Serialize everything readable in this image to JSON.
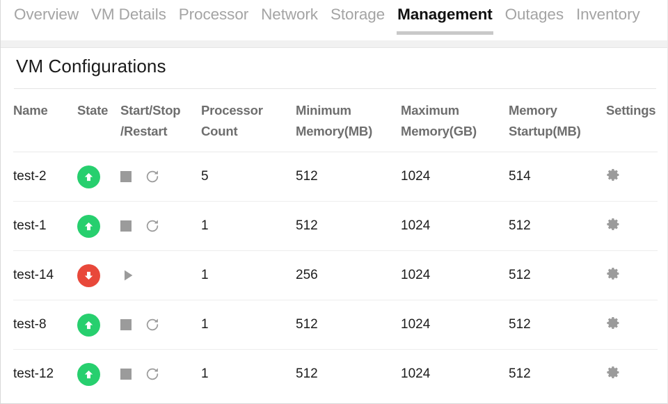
{
  "tabs": [
    {
      "label": "Overview",
      "active": false
    },
    {
      "label": "VM Details",
      "active": false
    },
    {
      "label": "Processor",
      "active": false
    },
    {
      "label": "Network",
      "active": false
    },
    {
      "label": "Storage",
      "active": false
    },
    {
      "label": "Management",
      "active": true
    },
    {
      "label": "Outages",
      "active": false
    },
    {
      "label": "Inventory",
      "active": false
    }
  ],
  "panel": {
    "title": "VM Configurations"
  },
  "table": {
    "columns": [
      "Name",
      "State",
      "Start/Stop /Restart",
      "Processor Count",
      "Minimum Memory(MB)",
      "Maximum Memory(GB)",
      "Memory Startup(MB)",
      "Settings"
    ],
    "column_lines": [
      [
        "Name"
      ],
      [
        "State"
      ],
      [
        "Start/Stop",
        "/Restart"
      ],
      [
        "Processor",
        "Count"
      ],
      [
        "Minimum",
        "Memory(MB)"
      ],
      [
        "Maximum",
        "Memory(GB)"
      ],
      [
        "Memory",
        "Startup(MB)"
      ],
      [
        "Settings"
      ]
    ],
    "rows": [
      {
        "name": "test-2",
        "state": "running",
        "state_icon": "arrow-up-circle-icon",
        "actions": [
          "stop-icon",
          "restart-icon"
        ],
        "processor_count": "5",
        "minimum_memory_mb": "512",
        "maximum_memory_gb": "1024",
        "memory_startup_mb": "514",
        "settings_icon": "gear-icon"
      },
      {
        "name": "test-1",
        "state": "running",
        "state_icon": "arrow-up-circle-icon",
        "actions": [
          "stop-icon",
          "restart-icon"
        ],
        "processor_count": "1",
        "minimum_memory_mb": "512",
        "maximum_memory_gb": "1024",
        "memory_startup_mb": "512",
        "settings_icon": "gear-icon"
      },
      {
        "name": "test-14",
        "state": "stopped",
        "state_icon": "arrow-down-circle-icon",
        "actions": [
          "play-icon"
        ],
        "processor_count": "1",
        "minimum_memory_mb": "256",
        "maximum_memory_gb": "1024",
        "memory_startup_mb": "512",
        "settings_icon": "gear-icon"
      },
      {
        "name": "test-8",
        "state": "running",
        "state_icon": "arrow-up-circle-icon",
        "actions": [
          "stop-icon",
          "restart-icon"
        ],
        "processor_count": "1",
        "minimum_memory_mb": "512",
        "maximum_memory_gb": "1024",
        "memory_startup_mb": "512",
        "settings_icon": "gear-icon"
      },
      {
        "name": "test-12",
        "state": "running",
        "state_icon": "arrow-up-circle-icon",
        "actions": [
          "stop-icon",
          "restart-icon"
        ],
        "processor_count": "1",
        "minimum_memory_mb": "512",
        "maximum_memory_gb": "1024",
        "memory_startup_mb": "512",
        "settings_icon": "gear-icon"
      }
    ]
  },
  "colors": {
    "running": "#27cf6e",
    "stopped": "#e8483a",
    "icon_gray": "#9b9b9b",
    "tab_inactive": "#a4a4a4",
    "tab_active": "#111111",
    "header_text": "#6e6e6e",
    "tab_underline": "#c9c9c9"
  }
}
